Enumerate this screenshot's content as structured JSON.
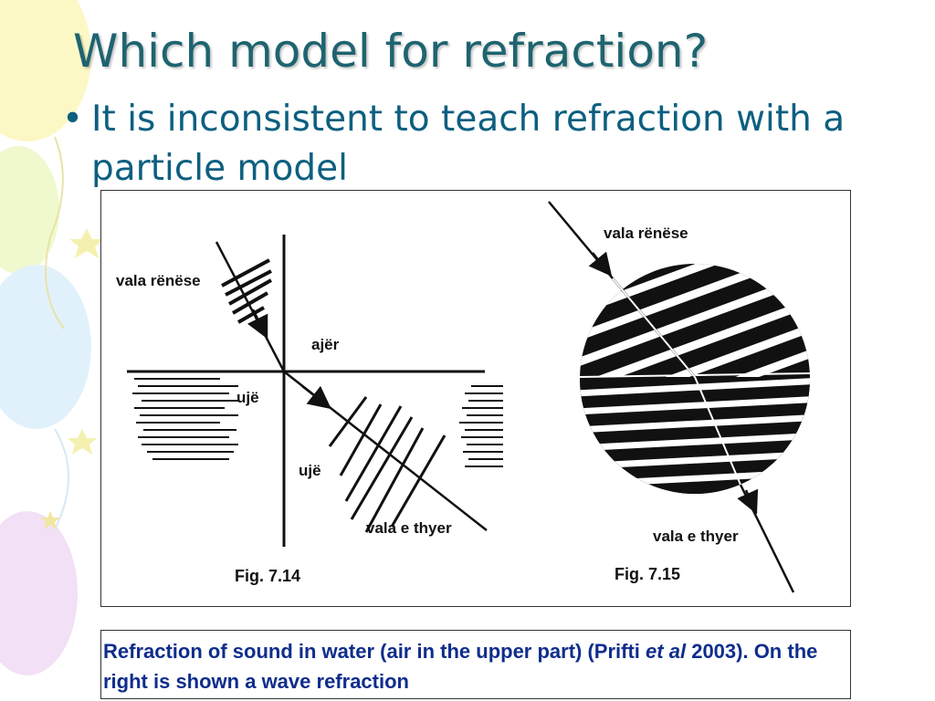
{
  "slide": {
    "title": "Which model for refraction?",
    "bullet": "It is inconsistent to teach  refraction with a particle model"
  },
  "figure": {
    "left": {
      "incident_label": "vala  rënëse",
      "air_label": "ajër",
      "water_label_1": "ujë",
      "water_label_2": "ujë",
      "refracted_label": "vala e thyer",
      "fig_label": "Fig. 7.14"
    },
    "right": {
      "incident_label": "vala rënëse",
      "refracted_label": "vala e thyer",
      "fig_label": "Fig. 7.15"
    }
  },
  "caption": {
    "part1": "Refraction of sound in water (air in the upper part) (Prifti ",
    "et": "et",
    "space": " ",
    "al": "al",
    "part2": " 2003). On the right is shown a wave refraction"
  },
  "colors": {
    "title": "#1e6470",
    "bullet": "#0d5f80",
    "caption": "#0f2d8c"
  }
}
